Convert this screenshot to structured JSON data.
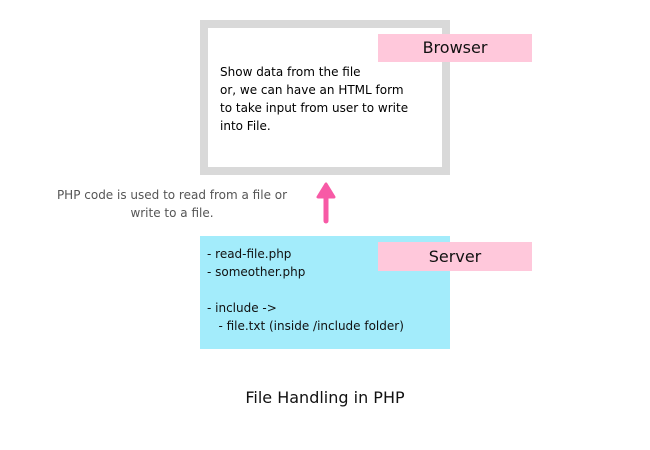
{
  "browser": {
    "label": "Browser",
    "lines": [
      "Show data from the file",
      "or, we can have an HTML form",
      "to take input from user to write",
      "into File."
    ]
  },
  "server": {
    "label": "Server",
    "lines": [
      "- read-file.php",
      "- someother.php",
      "",
      "- include ->",
      "   - file.txt (inside /include folder)"
    ]
  },
  "note": {
    "lines": [
      "PHP code is used to read from a file or",
      "write to a file."
    ]
  },
  "caption": "File Handling in PHP",
  "colors": {
    "browser_border": "#d9d9d9",
    "server_fill": "#a3ecfb",
    "tag_fill": "#ffc8db",
    "arrow": "#f75aa6"
  }
}
